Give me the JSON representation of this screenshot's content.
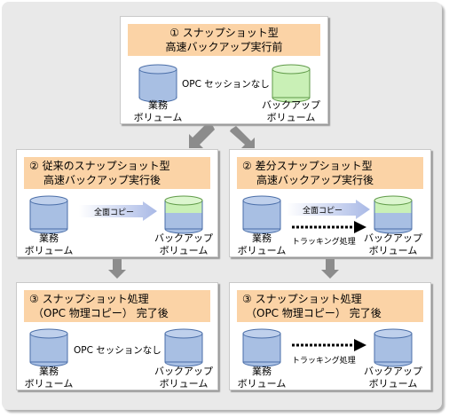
{
  "colors": {
    "header_fill": "#fbd3a6",
    "volume_blue": "#a8bfe3",
    "volume_green": "#c9f0b6",
    "arrow_gray": "#8c8c8c"
  },
  "labels": {
    "business_volume": [
      "業務",
      "ボリューム"
    ],
    "backup_volume": [
      "バックアップ",
      "ボリューム"
    ],
    "no_session": "OPC セッションなし",
    "full_copy": "全面コピー",
    "tracking": "トラッキング処理"
  },
  "panels": {
    "p1": {
      "title": [
        "① スナップショット型",
        "高速バックアップ実行前"
      ]
    },
    "p2": {
      "title": [
        "② 従来のスナップショット型",
        "高速バックアップ実行後"
      ]
    },
    "p3": {
      "title": [
        "② 差分スナップショット型",
        "高速バックアップ実行後"
      ]
    },
    "p4": {
      "title": [
        "③ スナップショット処理",
        "（OPC 物理コピー） 完了後"
      ]
    },
    "p5": {
      "title": [
        "③ スナップショット処理",
        "（OPC 物理コピー） 完了後"
      ]
    }
  }
}
